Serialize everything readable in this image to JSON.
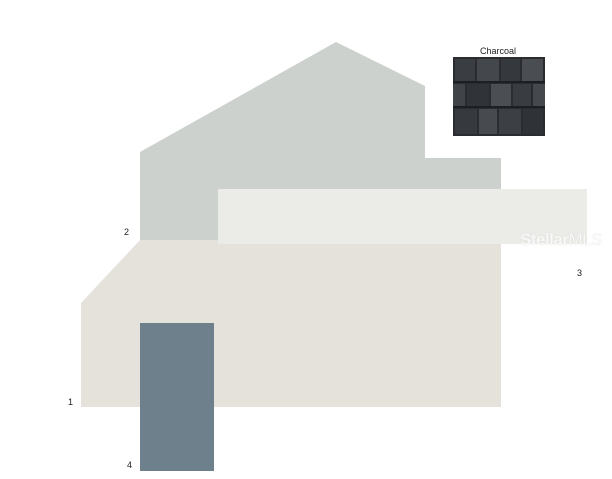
{
  "labels": {
    "one": "1",
    "two": "2",
    "three": "3",
    "four": "4"
  },
  "swatch": {
    "title": "Charcoal",
    "icon": "shingle-texture"
  },
  "watermark": {
    "brand": "Stellar",
    "suffix": "MLS"
  },
  "colors": {
    "body_siding": "#e4e2da",
    "upper_gable": "#ccd1cd",
    "trim_band": "#ebebe7",
    "door": "#6e808b",
    "roof_charcoal": "#2a2c2f"
  }
}
